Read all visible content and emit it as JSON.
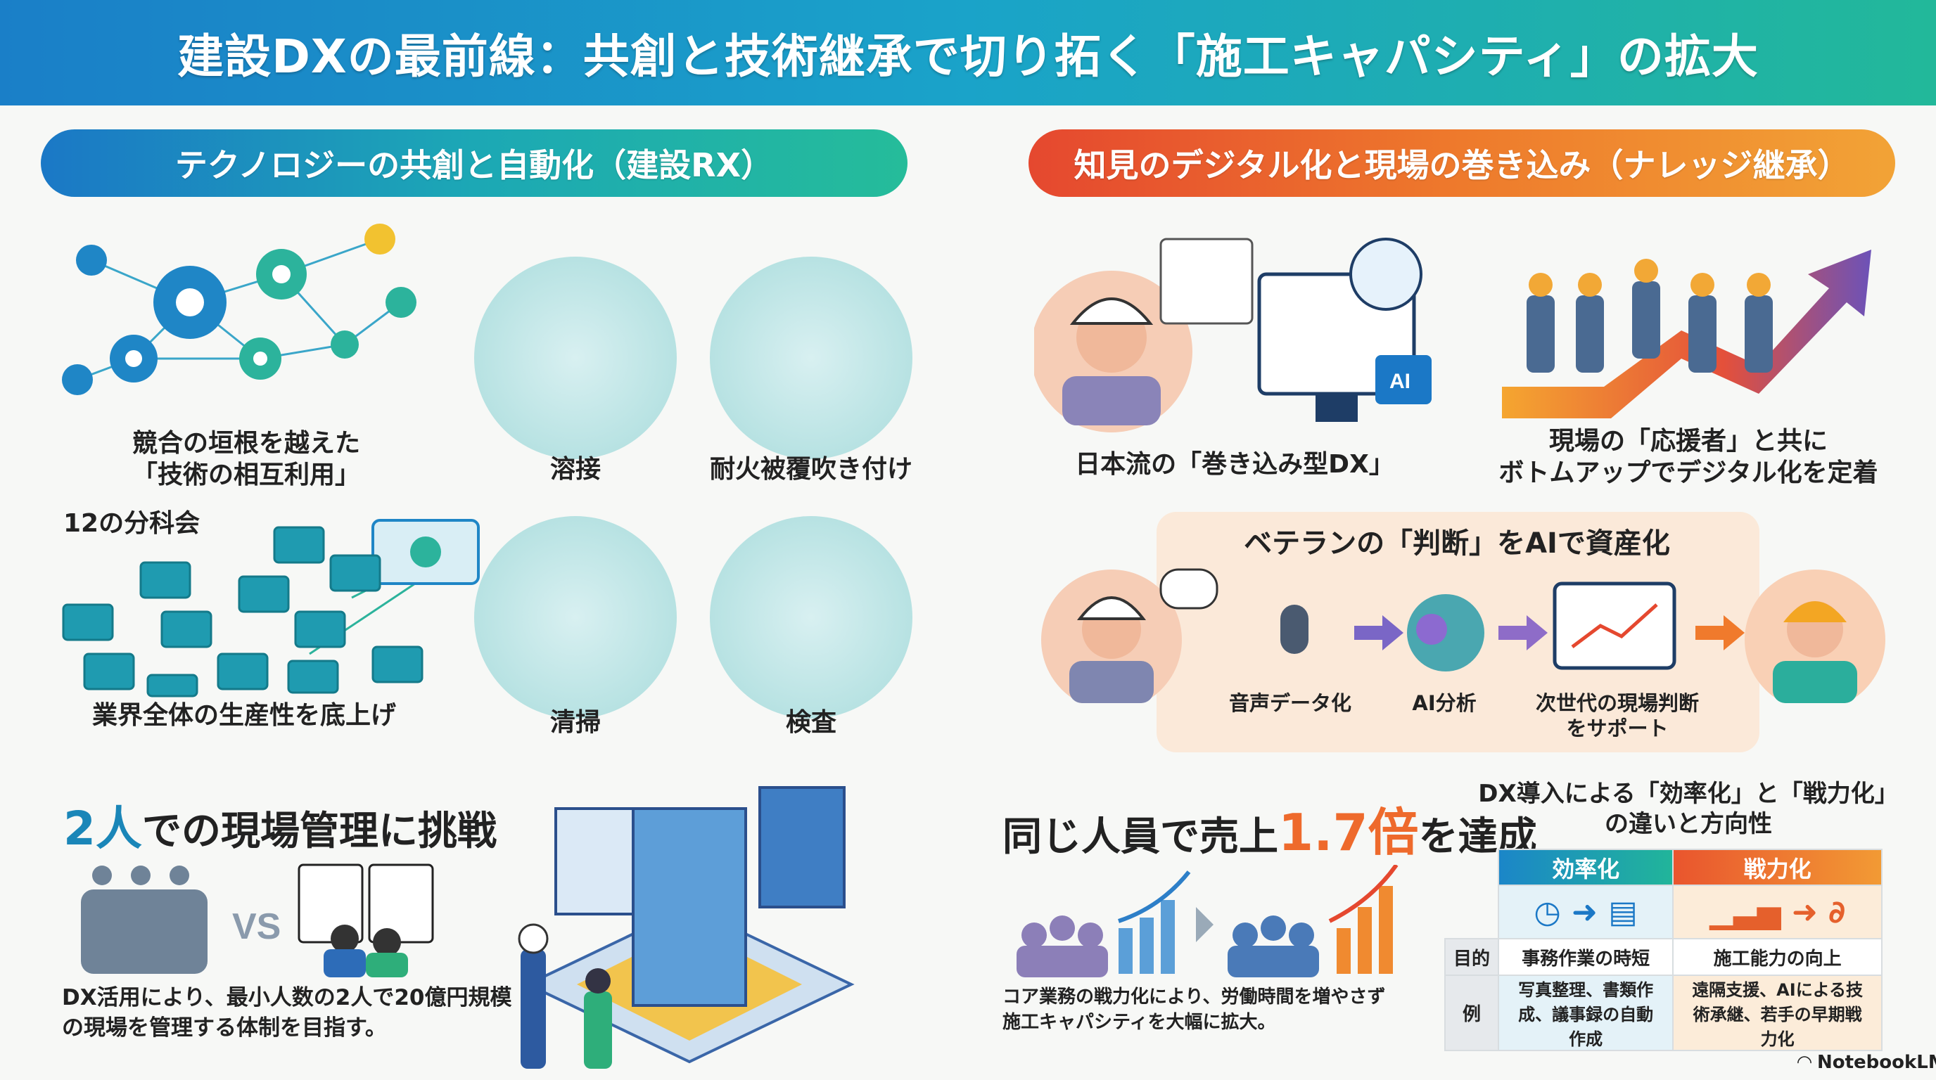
{
  "title": "建設DXの最前線：共創と技術継承で切り拓く「施工キャパシティ」の拡大",
  "left_section": {
    "heading": "テクノロジーの共創と自動化（建設RX）",
    "mutual_use": [
      "競合の垣根を越えた",
      "「技術の相互利用」"
    ],
    "subcommittees": "12の分科会",
    "productivity": "業界全体の生産性を底上げ",
    "robots": [
      "溶接",
      "耐火被覆吹き付け",
      "清掃",
      "検査"
    ],
    "two_person": {
      "title_accent": "2人",
      "title_rest": "での現場管理に挑戦",
      "vs": "VS",
      "description": [
        "DX活用により、最小人数の2人で20億円規模",
        "の現場を管理する体制を目指す。"
      ]
    }
  },
  "right_section": {
    "heading": "知見のデジタル化と現場の巻き込み（ナレッジ継承）",
    "japan_style": "日本流の「巻き込み型DX」",
    "supporters": [
      "現場の「応援者」と共に",
      "ボトムアップでデジタル化を定着"
    ],
    "ai_badge": "AI",
    "veteran_panel": {
      "title": "ベテランの「判断」をAIで資産化",
      "steps": [
        "音声データ化",
        "AI分析",
        "次世代の現場判断",
        "をサポート"
      ]
    },
    "sales": {
      "pre": "同じ人員で売上",
      "accent": "1.7倍",
      "post": "を達成",
      "description": [
        "コア業務の戦力化により、労働時間を増やさず",
        "施工キャパシティを大幅に拡大。"
      ]
    },
    "comparison": {
      "title": [
        "DX導入による「効率化」と「戦力化」",
        "の違いと方向性"
      ],
      "columns": [
        "効率化",
        "戦力化"
      ],
      "rows": [
        {
          "label": "目的",
          "values": [
            "事務作業の時短",
            "施工能力の向上"
          ]
        },
        {
          "label": "例",
          "values": [
            "写真整理、書類作成、議事録の自動作成",
            "遠隔支援、AIによる技術承継、若手の早期戦力化"
          ]
        }
      ]
    }
  },
  "footer": {
    "brand": "NotebookLM"
  },
  "colors": {
    "blue": "#1b78c6",
    "teal": "#25bc9a",
    "orange": "#ee7a2c",
    "red": "#e5482f"
  }
}
